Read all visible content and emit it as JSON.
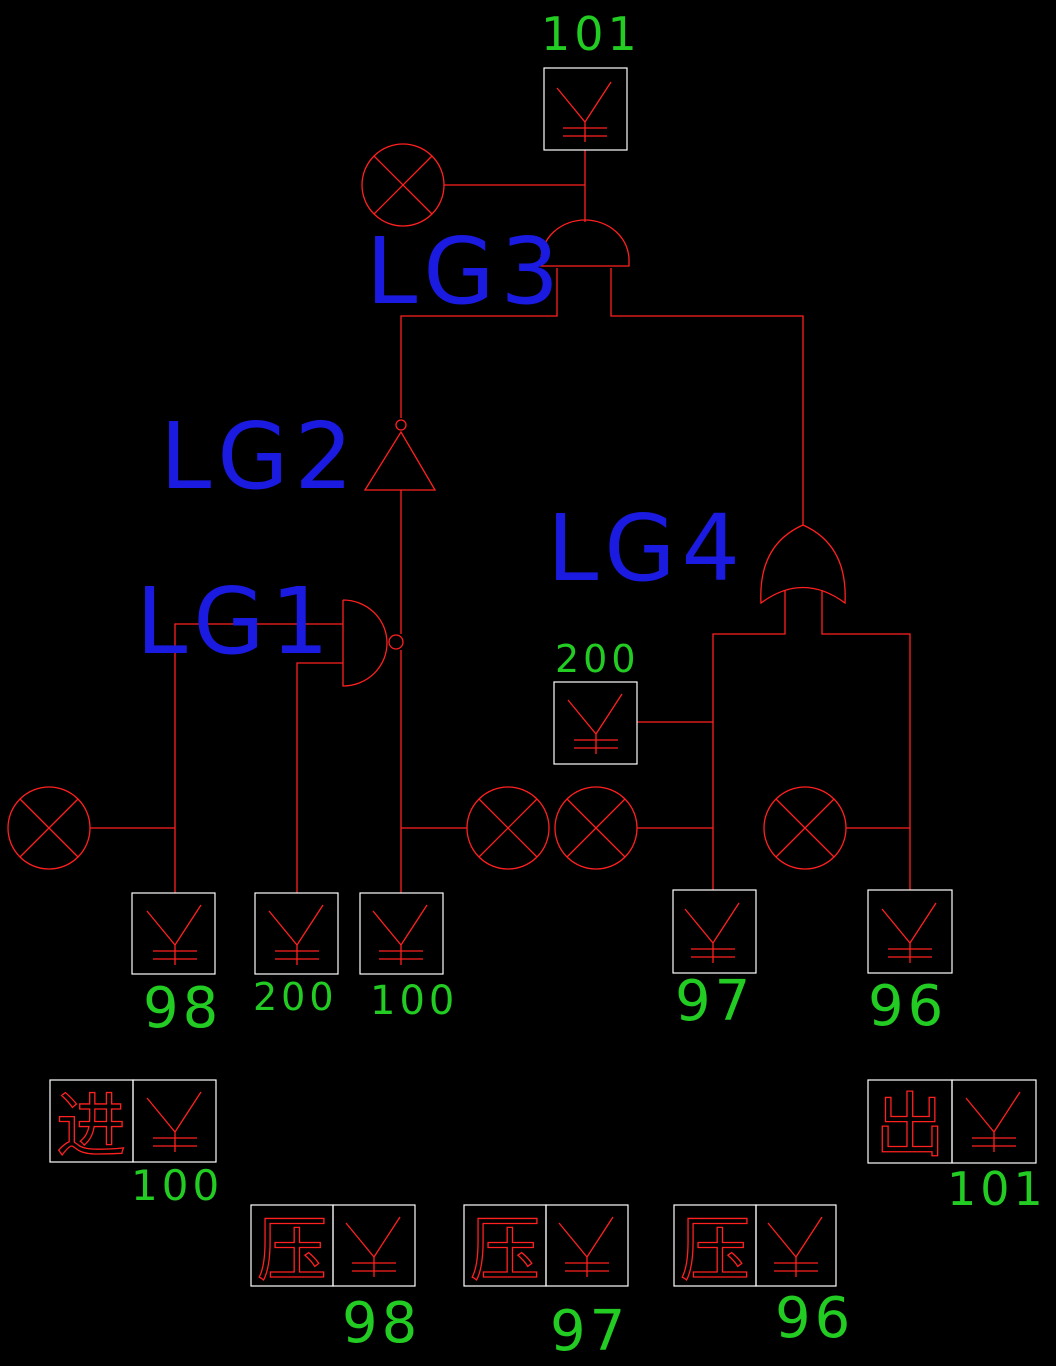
{
  "colors": {
    "background": "#000000",
    "wire": "#ff2020",
    "box": "#ffffff",
    "address": "#22cc22",
    "gate_label": "#1a1ae0"
  },
  "gates": {
    "lg1": "LG1",
    "lg2": "LG2",
    "lg3": "LG3",
    "lg4": "LG4"
  },
  "addresses": {
    "top_output": "101",
    "lg4_input": "200",
    "in_a": "98",
    "in_b": "200",
    "in_c": "100",
    "in_d": "97",
    "in_e": "96"
  },
  "legend": {
    "inlet_char": "进",
    "inlet_addr": "100",
    "outlet_char": "出",
    "outlet_addr": "101",
    "press_char": "压",
    "press_1_addr": "98",
    "press_2_addr": "97",
    "press_3_addr": "96"
  },
  "icons": {
    "contact": "yen-contact-icon",
    "lamp": "lamp-x-icon"
  }
}
